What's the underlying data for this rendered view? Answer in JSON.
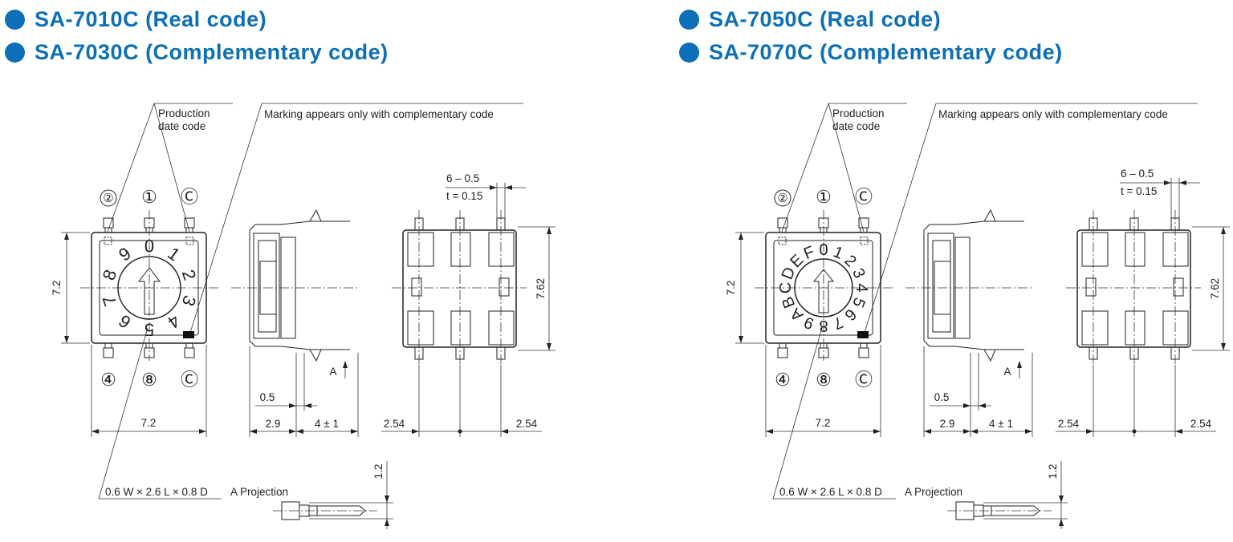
{
  "colors": {
    "heading": "#0c6fb8",
    "line": "#222222"
  },
  "panels": [
    {
      "id": "left",
      "heading1": "SA-7010C (Real code)",
      "heading2": "SA-7030C (Complementary code)",
      "dial_digits": [
        "0",
        "1",
        "2",
        "3",
        "4",
        "5",
        "6",
        "7",
        "8",
        "9"
      ],
      "labels": {
        "production": "Production",
        "date_code": "date code",
        "marking": "Marking appears only with complementary code",
        "pin_top_left": "②",
        "pin_top_mid": "①",
        "pin_top_right": "Ⓒ",
        "pin_bot_left": "④",
        "pin_bot_mid": "⑧",
        "pin_bot_right": "Ⓒ",
        "dim_height": "7.2",
        "dim_width": "7.2",
        "dim_half": "0.5",
        "dim_side_depth": "2.9",
        "dim_lead": "4 ± 1",
        "dim_pitch_left": "2.54",
        "dim_pitch_right": "2.54",
        "dim_back_height": "7.62",
        "dim_term_count": "6 – 0.5",
        "dim_term_thk": "t = 0.15",
        "arrow_a": "A",
        "terminal": "0.6 W × 2.6 L × 0.8 D",
        "projection": "A Projection",
        "dim_proj": "1.2"
      }
    },
    {
      "id": "right",
      "heading1": "SA-7050C (Real code)",
      "heading2": "SA-7070C (Complementary code)",
      "dial_digits": [
        "0",
        "1",
        "2",
        "3",
        "4",
        "5",
        "6",
        "7",
        "8",
        "9",
        "A",
        "B",
        "C",
        "D",
        "E",
        "F"
      ],
      "labels": {
        "production": "Production",
        "date_code": "date code",
        "marking": "Marking appears only with complementary code",
        "pin_top_left": "②",
        "pin_top_mid": "①",
        "pin_top_right": "Ⓒ",
        "pin_bot_left": "④",
        "pin_bot_mid": "⑧",
        "pin_bot_right": "Ⓒ",
        "dim_height": "7.2",
        "dim_width": "7.2",
        "dim_half": "0.5",
        "dim_side_depth": "2.9",
        "dim_lead": "4 ± 1",
        "dim_pitch_left": "2.54",
        "dim_pitch_right": "2.54",
        "dim_back_height": "7.62",
        "dim_term_count": "6 – 0.5",
        "dim_term_thk": "t = 0.15",
        "arrow_a": "A",
        "terminal": "0.6 W × 2.6 L × 0.8 D",
        "projection": "A Projection",
        "dim_proj": "1.2"
      }
    }
  ]
}
